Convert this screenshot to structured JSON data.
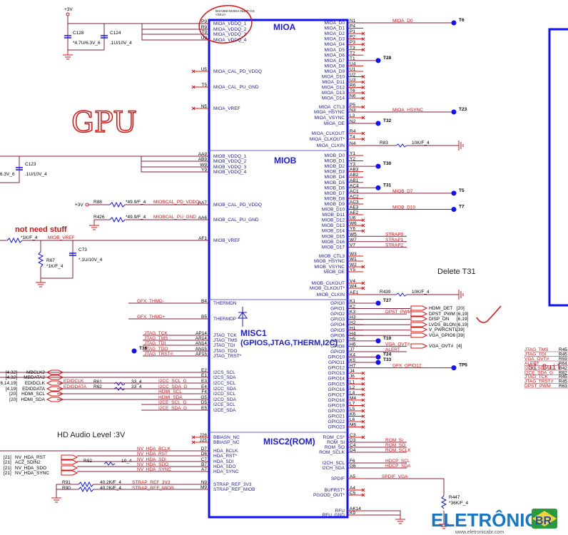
{
  "part": {
    "ref": "BGA969-NVIDIA-NB9P-GS",
    "sku": "<SKU>"
  },
  "annotations": {
    "gpu_handwritten": "GPU",
    "not_need_stuff": "not need stuff",
    "delete_t31": "Delete T31",
    "hd_audio_level": "HD Audio Level :3V",
    "si_build": "SI Buil"
  },
  "power": {
    "plus3v": "+3V",
    "plus3v_r88": "+3V"
  },
  "caps": [
    {
      "ref": "C128",
      "value": "*4.7U/6.3V_6"
    },
    {
      "ref": "C124",
      "value": ".1U/10V_4"
    },
    {
      "ref": "C123",
      "value": ".1U/10V_4"
    },
    {
      "ref": "C73",
      "value": "*.1U/10V_4"
    }
  ],
  "left_partial_value": "6.3V_6",
  "resistors": {
    "R88": {
      "ref": "R88",
      "value": "*49.9/F_4",
      "net": "MIOBCAL_PD_VDDQ"
    },
    "R426": {
      "ref": "R426",
      "value": "*49.9/F_4",
      "net": "MIOBCAL_PU_GND"
    },
    "R67": {
      "ref": "R67",
      "value": "*1K/F_4"
    },
    "Rvref": {
      "value": "*1K/F_4",
      "net": "MIOB_VREF"
    },
    "R83": {
      "ref": "R83",
      "value": "10K/F_4"
    },
    "R439": {
      "ref": "R439",
      "value": "10K/F_4"
    },
    "R61": {
      "ref": "R61",
      "value": "33_4"
    },
    "R62": {
      "ref": "R62",
      "value": "33_4"
    },
    "R92": {
      "ref": "R92",
      "value": "10_4"
    },
    "R91": {
      "ref": "R91",
      "value": "40.2K/F_4",
      "net": "STRAP_REF_3V3"
    },
    "R90": {
      "ref": "R90",
      "value": "40.2K/F_4",
      "net": "STRAP_REF_MIOB"
    },
    "R447": {
      "ref": "R447",
      "value": "*36K/F_4"
    }
  },
  "blocks": {
    "mioa": "MIOA",
    "miob": "MIOB",
    "misc1": "MISC1",
    "misc1_sub": "(GPIOS,JTAG,THERM,I2C)",
    "misc2": "MISC2(ROM)"
  },
  "mioa_left": [
    {
      "pin": "P9",
      "name": "MIOA_VDDQ_1"
    },
    {
      "pin": "R9",
      "name": "MIOA_VDDQ_2"
    },
    {
      "pin": "T9",
      "name": "MIOA_VDDQ_3"
    },
    {
      "pin": "U9",
      "name": "MIOA_VDDQ_4"
    },
    {
      "pin": "U5",
      "name": "MIOA_CAL_PD_VDDQ"
    },
    {
      "pin": "T5",
      "name": "MIOA_CAL_PU_GND"
    },
    {
      "pin": "N5",
      "name": "MIOA_VREF"
    }
  ],
  "mioa_right": [
    {
      "pin": "N1",
      "name": "MIOA_D0",
      "net": "MIOA_D0",
      "tp": "T6"
    },
    {
      "pin": "P4",
      "name": "MIOA_D1"
    },
    {
      "pin": "P1",
      "name": "MIOA_D2",
      "nc": true
    },
    {
      "pin": "P2",
      "name": "MIOA_D3",
      "nc": true
    },
    {
      "pin": "P3",
      "name": "MIOA_D4",
      "nc": true
    },
    {
      "pin": "T3",
      "name": "MIOA_D5",
      "nc": true
    },
    {
      "pin": "T2",
      "name": "MIOA_D6"
    },
    {
      "pin": "T1",
      "name": "MIOA_D7",
      "tp": "T28"
    },
    {
      "pin": "U4",
      "name": "MIOA_D8"
    },
    {
      "pin": "U1",
      "name": "MIOA_D9"
    },
    {
      "pin": "U2",
      "name": "MIOA_D10",
      "nc": true
    },
    {
      "pin": "U3",
      "name": "MIOA_D11",
      "nc": true
    },
    {
      "pin": "R6",
      "name": "MIOA_D12",
      "nc": true
    },
    {
      "pin": "T6",
      "name": "MIOA_D13",
      "nc": true
    },
    {
      "pin": "N6",
      "name": "MIOA_D14",
      "nc": true
    },
    {
      "pin": "P5",
      "name": "MIOA_CTL3",
      "nc": true
    },
    {
      "pin": "N3",
      "name": "MIOA_HSYNC",
      "net": "MIOA_HSYNC",
      "tp": "T23"
    },
    {
      "pin": "L3",
      "name": "MIOA_VSYNC",
      "nc": true
    },
    {
      "pin": "N2",
      "name": "MIOA_DE",
      "tp": "T32"
    },
    {
      "pin": "R4",
      "name": "MIOA_CLKOUT",
      "nc": true
    },
    {
      "pin": "T4",
      "name": "MIOA_CLKOUT*",
      "nc": true
    },
    {
      "pin": "N4",
      "name": "MIOA_CLKIN"
    }
  ],
  "miob_left": [
    {
      "pin": "AA9",
      "name": "MIOB_VDDQ_1"
    },
    {
      "pin": "AB9",
      "name": "MIOB_VDDQ_2"
    },
    {
      "pin": "W9",
      "name": "MIOB_VDDQ_3"
    },
    {
      "pin": "Y9",
      "name": "MIOB_VDDQ_4"
    },
    {
      "pin": "AA7",
      "name": "MIOB_CAL_PD_VDDQ"
    },
    {
      "pin": "AA6",
      "name": "MIOB_CAL_PU_GND"
    },
    {
      "pin": "AF1",
      "name": "MIOB_VREF"
    }
  ],
  "miob_right": [
    {
      "pin": "Y1",
      "name": "MIOB_D0"
    },
    {
      "pin": "Y2",
      "name": "MIOB_D1"
    },
    {
      "pin": "Y3",
      "name": "MIOB_D2",
      "tp": "T30"
    },
    {
      "pin": "AB3",
      "name": "MIOB_D3"
    },
    {
      "pin": "AB2",
      "name": "MIOB_D4"
    },
    {
      "pin": "AB1",
      "name": "MIOB_D5"
    },
    {
      "pin": "AC4",
      "name": "MIOB_D6",
      "tp": "T31"
    },
    {
      "pin": "AC1",
      "name": "MIOB_D7",
      "net": "MIOB_D7",
      "tp": "T5"
    },
    {
      "pin": "AC2",
      "name": "MIOB_D8"
    },
    {
      "pin": "AC3",
      "name": "MIOB_D9"
    },
    {
      "pin": "AE3",
      "name": "MIOB_D10",
      "net": "MIOB_D10",
      "tp": "T7"
    },
    {
      "pin": "AE2",
      "name": "MIOB_D11"
    },
    {
      "pin": "U6",
      "name": "MIOB_D12",
      "nc": true
    },
    {
      "pin": "W6",
      "name": "MIOB_D13",
      "nc": true
    },
    {
      "pin": "Y6",
      "name": "MIOB_D14",
      "nc": true
    },
    {
      "pin": "W5",
      "name": "MIOB_D15",
      "net": "STRAP0"
    },
    {
      "pin": "W7",
      "name": "MIOB_D16",
      "net": "STRAP1"
    },
    {
      "pin": "V7",
      "name": "MIOB_D17",
      "net": "STRAP2"
    },
    {
      "pin": "W3",
      "name": "MIOB_CTL3"
    },
    {
      "pin": "W1",
      "name": "MIOB_HSYNC"
    },
    {
      "pin": "W2",
      "name": "MIOB_VSYNC",
      "nc": true
    },
    {
      "pin": "Y5",
      "name": "MIOB_DE"
    },
    {
      "pin": "V4",
      "name": "MIOB_CLKOUT",
      "nc": true
    },
    {
      "pin": "W4",
      "name": "MIOB_CLKOUT*",
      "nc": true
    },
    {
      "pin": "AE1",
      "name": "MIOB_CLKIN"
    }
  ],
  "misc1_left": [
    {
      "pin": "B4",
      "name": "THERMDN",
      "net": "GFX_THMD-"
    },
    {
      "pin": "B5",
      "name": "THERMDP",
      "net": "GFX_THMD+"
    },
    {
      "pin": "AP14",
      "name": "JTAG_TCK",
      "net": "JTAG_TCK"
    },
    {
      "pin": "AR14",
      "name": "JTAG_TMS",
      "net": "JTAG_TMS"
    },
    {
      "pin": "AN14",
      "name": "JTAG_TDI",
      "net": "JTAG_TDI"
    },
    {
      "pin": "AN15",
      "name": "JTAG_TDO",
      "net": "JTAG_TDO",
      "tp": "T36"
    },
    {
      "pin": "AP15",
      "name": "JTAG_TRST*",
      "net": "JTAG_TRST#"
    },
    {
      "pin": "E2",
      "name": "I2CS_SCL"
    },
    {
      "pin": "E1",
      "name": "I2CS_SDA"
    },
    {
      "pin": "E3",
      "name": "I2CC_SCL",
      "net": "I2CC_SCL_G"
    },
    {
      "pin": "E4",
      "name": "I2CC_SDA",
      "net": "I2CC_SDA_G"
    },
    {
      "pin": "F4",
      "name": "I2CD_SCL",
      "net": "HDMI_SCL"
    },
    {
      "pin": "G5",
      "name": "I2CD_SDA",
      "net": "HDMI_SDA"
    },
    {
      "pin": "D5",
      "name": "I2CE_SCL",
      "net": "I2CE_SCL_G"
    },
    {
      "pin": "E5",
      "name": "I2CE_SDA",
      "net": "I2CE_SDA_G"
    }
  ],
  "misc1_right": [
    {
      "pin": "K1",
      "name": "GPIO0",
      "tp": "T27"
    },
    {
      "pin": "K2",
      "name": "GPIO1"
    },
    {
      "pin": "K3",
      "name": "GPIO2",
      "net": "DPST_PWM"
    },
    {
      "pin": "H3",
      "name": "GPIO3"
    },
    {
      "pin": "H2",
      "name": "GPIO4"
    },
    {
      "pin": "H1",
      "name": "GPIO5"
    },
    {
      "pin": "H4",
      "name": "GPIO6"
    },
    {
      "pin": "H5",
      "name": "GPIO7",
      "tp": "T10"
    },
    {
      "pin": "H6",
      "name": "GPIO8",
      "net": "VGA_OVT#"
    },
    {
      "pin": "J7",
      "name": "GPIO9",
      "net": "ALERT"
    },
    {
      "pin": "K4",
      "name": "GPIO10",
      "tp": "T24"
    },
    {
      "pin": "K5",
      "name": "GPIO11",
      "tp": "T33"
    },
    {
      "pin": "H7",
      "name": "GPIO12",
      "net": "GFX_GPIO12",
      "tp": "TP5"
    },
    {
      "pin": "J4",
      "name": "GPIO13",
      "nc": true
    },
    {
      "pin": "J6",
      "name": "GPIO14",
      "nc": true
    },
    {
      "pin": "L1",
      "name": "GPIO15",
      "nc": true
    },
    {
      "pin": "L2",
      "name": "GPIO16",
      "nc": true
    },
    {
      "pin": "L4",
      "name": "GPIO17",
      "nc": true
    },
    {
      "pin": "M4",
      "name": "GPIO18",
      "nc": true
    },
    {
      "pin": "L7",
      "name": "GPIO19",
      "nc": true
    },
    {
      "pin": "L5",
      "name": "GPIO20",
      "nc": true
    },
    {
      "pin": "K6",
      "name": "GPIO21",
      "nc": true
    },
    {
      "pin": "L6",
      "name": "GPIO22",
      "nc": true
    },
    {
      "pin": "M6",
      "name": "GPIO23",
      "nc": true
    }
  ],
  "offpage_gpio": [
    {
      "name": "HDMI_DET",
      "ref": "[20]"
    },
    {
      "name": "DPST_PWM",
      "ref": "[6,19]"
    },
    {
      "name": "DISP_ON",
      "ref": "[6,19]"
    },
    {
      "name": "LVDS_BLON",
      "ref": "[6,19]"
    },
    {
      "name": "V_PWRCNTL",
      "ref": "[39]"
    },
    {
      "name": "VGA_GPIO6",
      "ref": "[39]"
    },
    {
      "name": "VGA_OVT#",
      "ref": "[4]"
    }
  ],
  "offpage_i2c": [
    {
      "ref": "[4,32]",
      "name": "MBCLK2"
    },
    {
      "ref": "[4,32]",
      "name": "MBDATA2"
    },
    {
      "ref": "[6,14,19]",
      "name": "EDIDCLK",
      "net": "EDIDCLK"
    },
    {
      "ref": "[4,19]",
      "name": "EDIDDATA",
      "net": "EDIDDATA"
    },
    {
      "ref": "[20]",
      "name": "HDMI_SCL"
    },
    {
      "ref": "[20]",
      "name": "HDMI_SDA"
    }
  ],
  "misc2_left": [
    {
      "pin": "J26",
      "name": "BBIASN_NC",
      "nc": true
    },
    {
      "pin": "J25",
      "name": "BBIASP_NC",
      "nc": true
    },
    {
      "pin": "D7",
      "name": "HDA_BCLK",
      "net": "NV_HDA_BCLK"
    },
    {
      "pin": "D6",
      "name": "HDA_RST*",
      "net": "NV_HDA_RST"
    },
    {
      "pin": "C7",
      "name": "HDA_SDI",
      "net": "NV_HDA_SDI"
    },
    {
      "pin": "B7",
      "name": "HDA_SDO",
      "net": "NV_HDA_SDO"
    },
    {
      "pin": "A7",
      "name": "HDA_SYNC",
      "net": "NV_HDA_SYNC"
    },
    {
      "pin": "N9",
      "name": "STRAP_REF_3V3"
    },
    {
      "pin": "M9",
      "name": "STRAP_REF_MIOB"
    }
  ],
  "offpage_hda": [
    {
      "ref": "[21]",
      "name": "NV_HDA_RST"
    },
    {
      "ref": "[21]",
      "name": "ACZ_SDIN2"
    },
    {
      "ref": "[21]",
      "name": "NV_HDA_SDO"
    },
    {
      "ref": "[21]",
      "name": "NV_HDA_SYNC"
    }
  ],
  "misc2_right": [
    {
      "pin": "C3",
      "name": "ROM_CS*",
      "nc": true
    },
    {
      "pin": "D3",
      "name": "ROM_SI",
      "net": "ROM_SI"
    },
    {
      "pin": "C4",
      "name": "ROM_SO",
      "net": "ROM_SO"
    },
    {
      "pin": "D4",
      "name": "ROM_SCLK",
      "net": "ROM_SCLK"
    },
    {
      "pin": "F6",
      "name": "I2CH_SCL",
      "net": "HDCP_SCL"
    },
    {
      "pin": "G6",
      "name": "I2CH_SDA",
      "net": "HDCP_SDA"
    },
    {
      "pin": "A5",
      "name": "SPDIF",
      "net": "SPDIF_VGA"
    },
    {
      "pin": "A4",
      "name": "BUFRST*",
      "nc": true
    },
    {
      "pin": "C5",
      "name": "PGOOD_OUT*",
      "nc": true
    },
    {
      "pin": "AK14",
      "name": "RFU"
    },
    {
      "pin": "K9",
      "name": "RFU_GND"
    }
  ],
  "si_build_table": {
    "group1": [
      {
        "net": "JTAG_TMS",
        "ref": "R45"
      },
      {
        "net": "JTAG_TDI",
        "ref": "R45"
      },
      {
        "net": "VGA_OVT#",
        "ref": "R59"
      },
      {
        "net": "ALERT",
        "ref": "R64"
      },
      {
        "net": "I2CE_SCL_G",
        "ref": "R42"
      },
      {
        "net": "I2CE_SDA_G",
        "ref": "R82"
      }
    ],
    "group2": [
      {
        "net": "JTAG_TCK",
        "ref": "R45"
      },
      {
        "net": "JTAG_TRST#",
        "ref": "R45"
      },
      {
        "net": "DPST_PWM",
        "ref": "R63"
      }
    ]
  },
  "logo": {
    "brand": "ELETRÔNICA",
    "badge": "BR",
    "url": "www.eletronicabr.com"
  }
}
